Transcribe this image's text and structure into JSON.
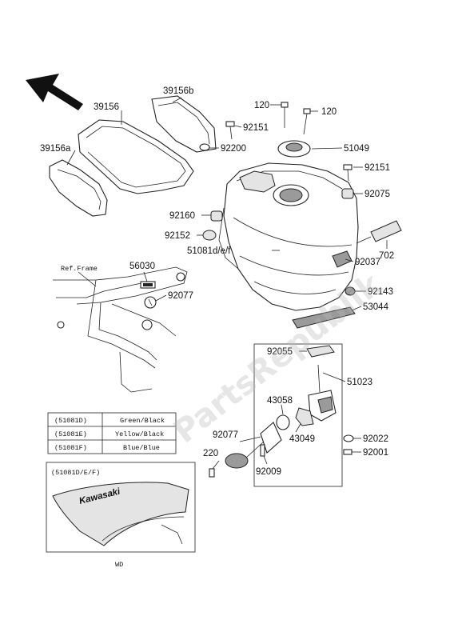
{
  "watermark": "PartsRepublik",
  "parts": {
    "p39156b": "39156b",
    "p39156": "39156",
    "p39156a": "39156a",
    "p120a": "120",
    "p120b": "120",
    "p92151a": "92151",
    "p92200": "92200",
    "p51049": "51049",
    "p92151b": "92151",
    "p92075": "92075",
    "p92160": "92160",
    "p92152": "92152",
    "p51081": "51081d/e/f",
    "p702": "702",
    "p92037": "92037",
    "p92143": "92143",
    "p53044": "53044",
    "p56030": "56030",
    "p92077a": "92077",
    "p92055": "92055",
    "p51023": "51023",
    "p43058": "43058",
    "p43049": "43049",
    "p92077b": "92077",
    "p220": "220",
    "p92009": "92009",
    "p92022": "92022",
    "p92001": "92001"
  },
  "ref_frame_label": "Ref.Frame",
  "color_table": [
    {
      "code": "(51081D)",
      "color": "Green/Black"
    },
    {
      "code": "(51081E)",
      "color": "Yellow/Black"
    },
    {
      "code": "(51081F)",
      "color": "Blue/Blue"
    }
  ],
  "decal_box": {
    "label": "(51081D/E/F)",
    "brand": "Kawasaki",
    "caption": "WD"
  },
  "icons": {
    "direction_arrow": "front-direction-arrow-icon"
  }
}
